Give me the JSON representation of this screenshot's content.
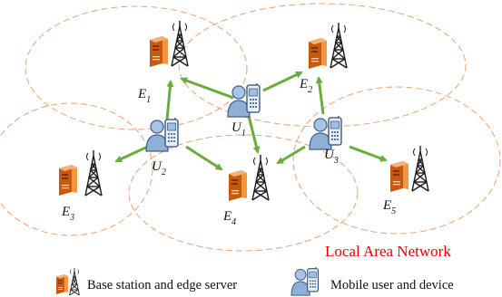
{
  "lan_label": "Local Area Network",
  "edges": [
    {
      "name": "E",
      "sub": "1"
    },
    {
      "name": "E",
      "sub": "2"
    },
    {
      "name": "E",
      "sub": "3"
    },
    {
      "name": "E",
      "sub": "4"
    },
    {
      "name": "E",
      "sub": "5"
    }
  ],
  "users": [
    {
      "name": "U",
      "sub": "1"
    },
    {
      "name": "U",
      "sub": "2"
    },
    {
      "name": "U",
      "sub": "3"
    }
  ],
  "legend": {
    "base_station_label": "Base station and edge server",
    "mobile_user_label": "Mobile user and device"
  },
  "colors": {
    "coverage_dash": "#f0a070",
    "arrow": "#6aad3d",
    "server": "#e8731c",
    "tower": "#1a1a1a",
    "user": "#8fb0d6",
    "lan_text": "#e60000"
  },
  "icons": [
    "server-icon",
    "tower-icon",
    "mobile-user-icon",
    "phone-icon"
  ]
}
